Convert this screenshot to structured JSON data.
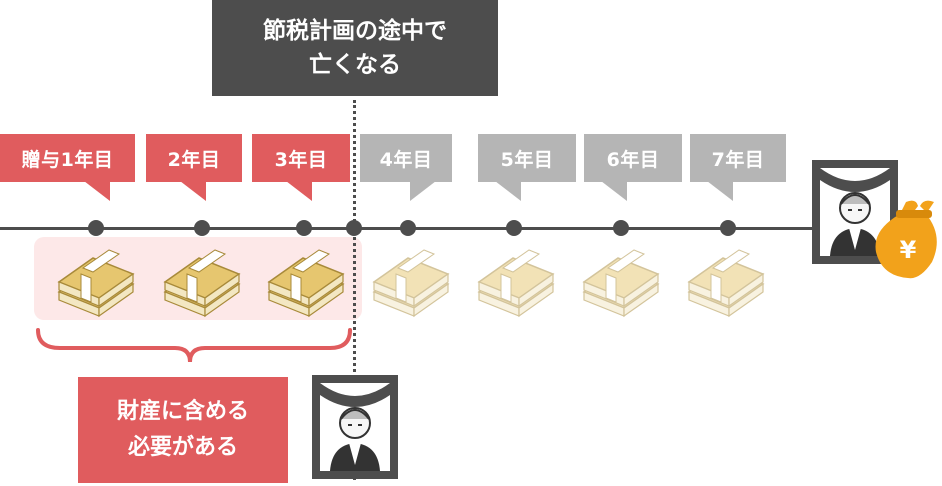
{
  "banner": {
    "line1": "節税計画の途中で",
    "line2": "亡くなる"
  },
  "years": [
    {
      "label": "贈与1年目",
      "state": "included"
    },
    {
      "label": "2年目",
      "state": "included"
    },
    {
      "label": "3年目",
      "state": "included"
    },
    {
      "label": "4年目",
      "state": "after"
    },
    {
      "label": "5年目",
      "state": "after"
    },
    {
      "label": "6年目",
      "state": "after"
    },
    {
      "label": "7年目",
      "state": "after"
    }
  ],
  "note": {
    "line1": "財産に含める",
    "line2": "必要がある"
  },
  "icons": {
    "money": "cash-bundle-icon",
    "person": "memorial-portrait-icon",
    "bag": "money-bag-icon"
  },
  "bag_symbol": "¥",
  "colors": {
    "red": "#e05c5e",
    "grey": "#b5b5b5",
    "dark": "#4d4d4d",
    "pink": "#fde8e8",
    "gold": "#f2a21b"
  }
}
